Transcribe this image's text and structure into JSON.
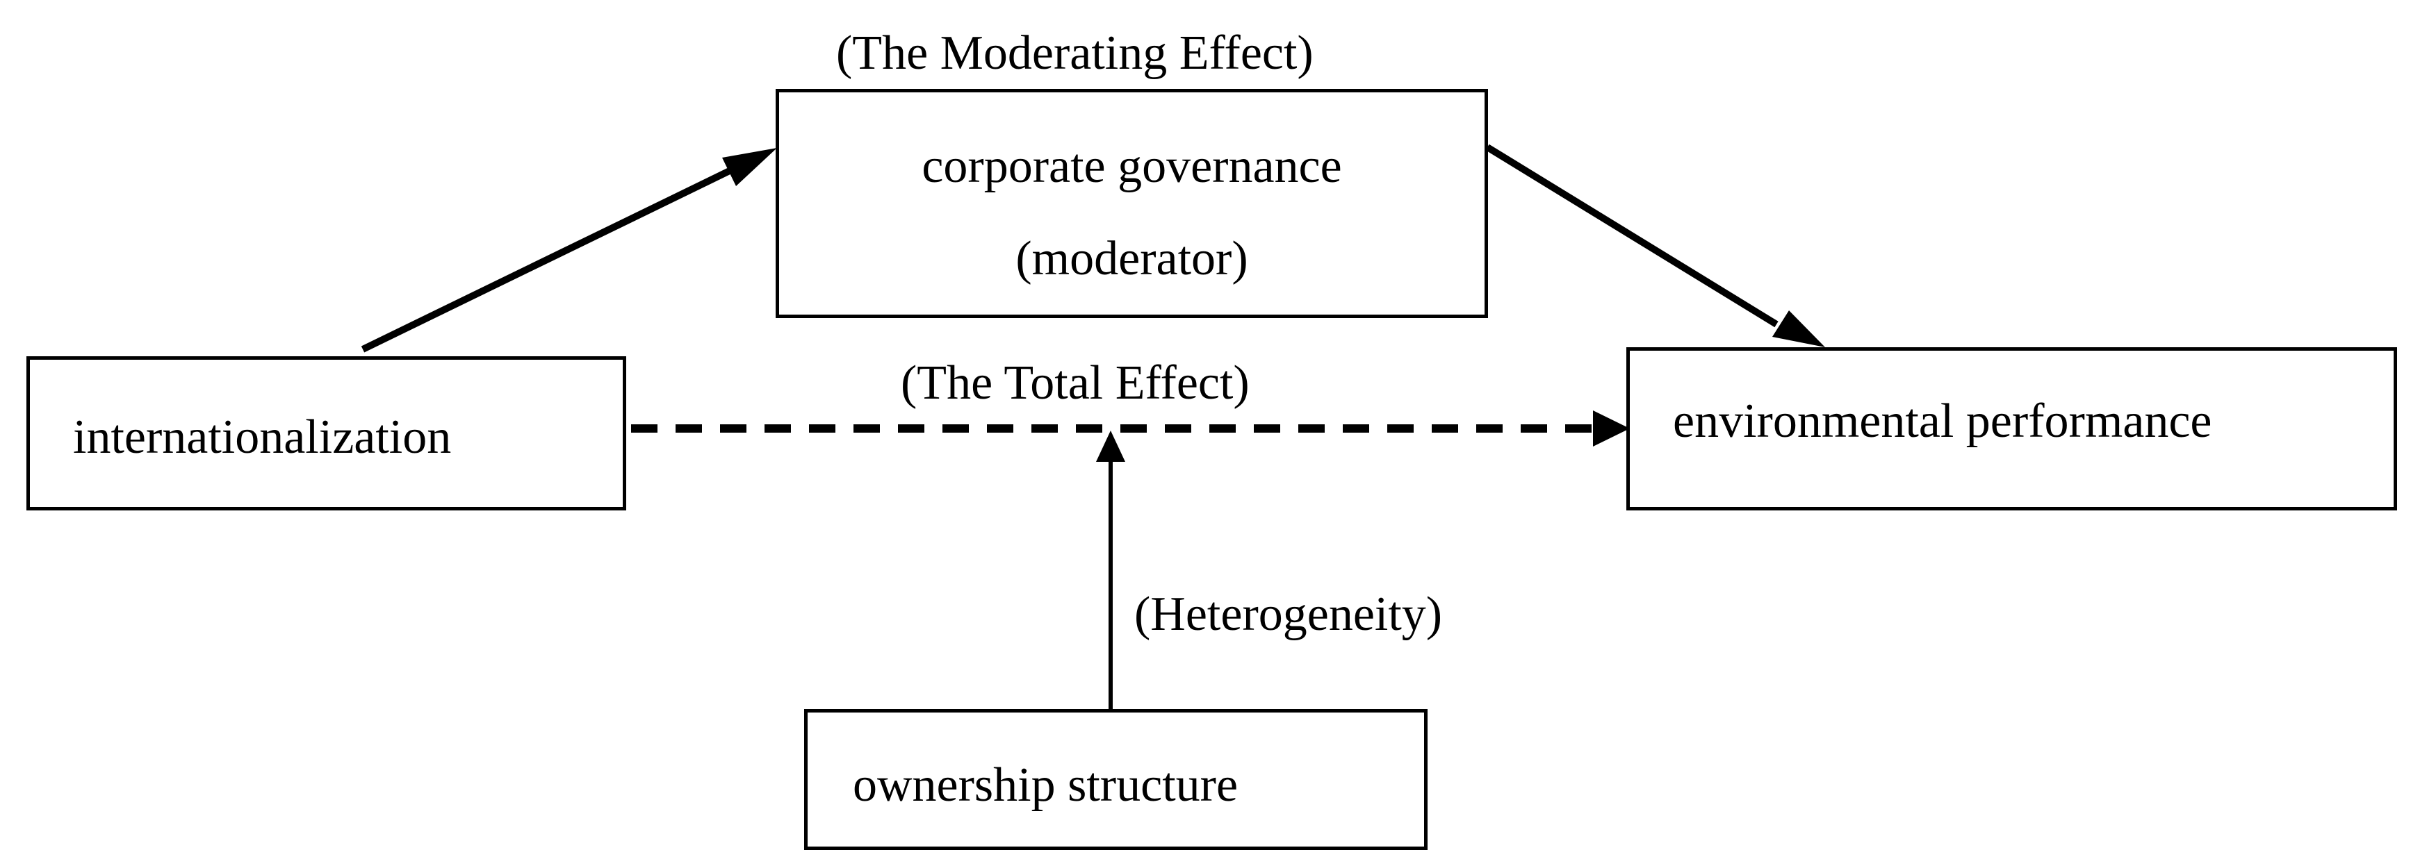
{
  "diagram": {
    "nodes": {
      "internationalization": {
        "label": "internationalization"
      },
      "corporate_governance": {
        "line1": "corporate governance",
        "line2": "(moderator)"
      },
      "environmental_performance": {
        "label": "environmental performance"
      },
      "ownership_structure": {
        "label": "ownership structure"
      }
    },
    "annotations": {
      "moderating_effect": "(The Moderating Effect)",
      "total_effect": "(The Total Effect)",
      "heterogeneity": "(Heterogeneity)"
    },
    "edges": [
      {
        "from": "internationalization",
        "to": "corporate_governance",
        "style": "solid"
      },
      {
        "from": "corporate_governance",
        "to": "environmental_performance",
        "style": "solid"
      },
      {
        "from": "internationalization",
        "to": "environmental_performance",
        "style": "dashed"
      },
      {
        "from": "ownership_structure",
        "to": "total_effect",
        "style": "solid"
      }
    ]
  }
}
